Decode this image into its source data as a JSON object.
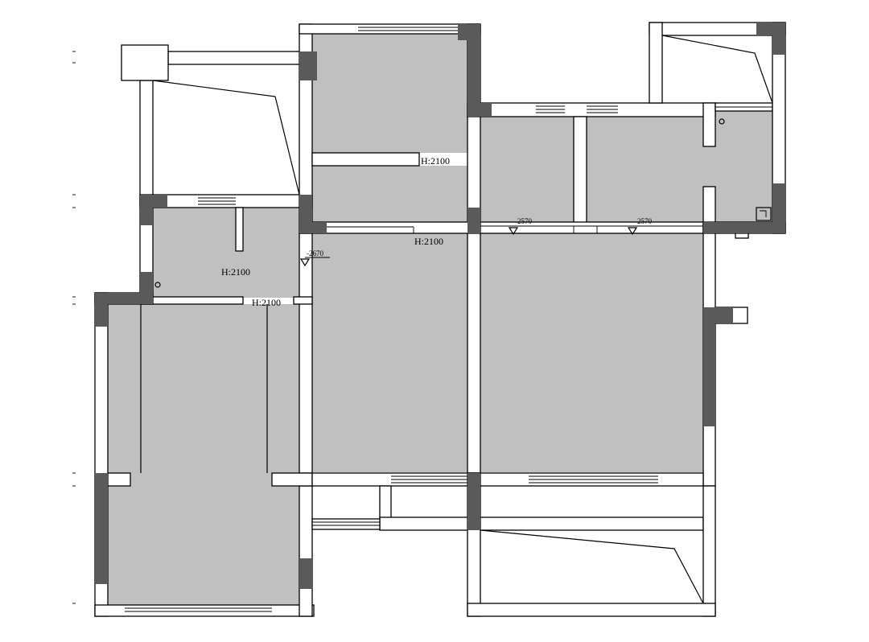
{
  "labels": {
    "height_bath": "H:2100",
    "height_bedroom": "H:2100",
    "height_study": "H:2100",
    "height_corridor": "H:2100"
  },
  "levels": {
    "left": "-2670",
    "mid": "-2570",
    "right": "-2570"
  },
  "colors": {
    "floor": "#c0c0c0",
    "column": "#5a5a5a",
    "wall": "#ffffff",
    "line": "#000000"
  }
}
